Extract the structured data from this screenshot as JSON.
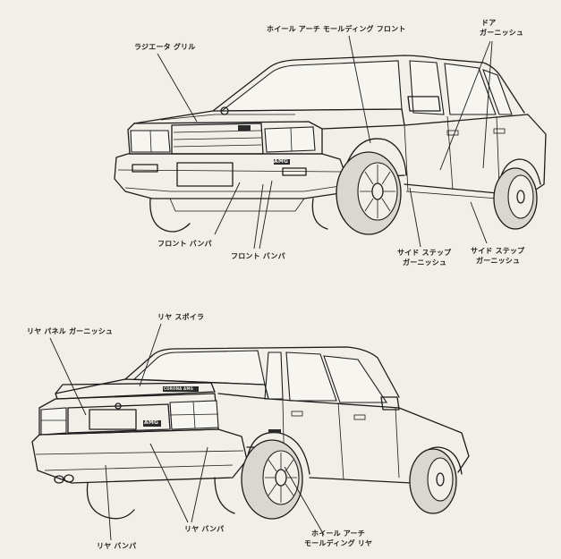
{
  "labels": {
    "radiator_grille": "ラジエータ グリル",
    "wheel_arch_molding_front": "ホイール アーチ モールディング フロント",
    "door_garnish_line1": "ドア",
    "door_garnish_line2": "ガーニッシュ",
    "front_bumper_1": "フロント バンパ",
    "front_bumper_2": "フロント バンパ",
    "side_step_garnish_1_line1": "サイド ステップ",
    "side_step_garnish_1_line2": "ガーニッシュ",
    "side_step_garnish_2_line1": "サイド ステップ",
    "side_step_garnish_2_line2": "ガーニッシュ",
    "rear_spoiler": "リヤ スポイラ",
    "rear_panel_garnish": "リヤ パネル ガーニッシュ",
    "rear_bumper_1": "リヤ バンパ",
    "rear_bumper_2": "リヤ バンパ",
    "wheel_arch_molding_rear_line1": "ホイール アーチ",
    "wheel_arch_molding_rear_line2": "モールディング リヤ"
  },
  "badges": {
    "front_amg": "AMG",
    "rear_amg": "AMG",
    "rear_model": "CORONA AMG"
  }
}
